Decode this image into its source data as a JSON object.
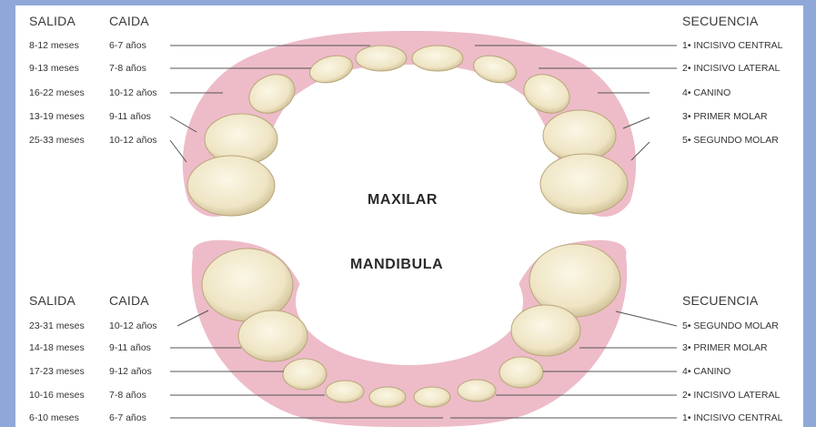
{
  "maxilar": {
    "title": "MAXILAR",
    "headers": {
      "salida": "SALIDA",
      "caida": "CAIDA",
      "secuencia": "SECUENCIA"
    },
    "left_rows": [
      {
        "salida": "8-12 meses",
        "caida": "6-7 años"
      },
      {
        "salida": "9-13 meses",
        "caida": "7-8 años"
      },
      {
        "salida": "16-22 meses",
        "caida": "10-12 años"
      },
      {
        "salida": "13-19 meses",
        "caida": "9-11 años"
      },
      {
        "salida": "25-33 meses",
        "caida": "10-12 años"
      }
    ],
    "right_rows": [
      "1• INCISIVO CENTRAL",
      "2• INCISIVO LATERAL",
      "4• CANINO",
      "3• PRIMER MOLAR",
      "5• SEGUNDO MOLAR"
    ]
  },
  "mandibula": {
    "title": "MANDIBULA",
    "headers": {
      "salida": "SALIDA",
      "caida": "CAIDA",
      "secuencia": "SECUENCIA"
    },
    "left_rows": [
      {
        "salida": "23-31 meses",
        "caida": "10-12 años"
      },
      {
        "salida": "14-18 meses",
        "caida": "9-11 años"
      },
      {
        "salida": "17-23 meses",
        "caida": "9-12 años"
      },
      {
        "salida": "10-16 meses",
        "caida": "7-8 años"
      },
      {
        "salida": "6-10 meses",
        "caida": "6-7 años"
      }
    ],
    "right_rows": [
      "5• SEGUNDO MOLAR",
      "3• PRIMER MOLAR",
      "4• CANINO",
      "2• INCISIVO LATERAL",
      "1• INCISIVO CENTRAL"
    ]
  },
  "colors": {
    "frame": "#8fa8d8",
    "gum": "#e8a6b6",
    "tooth": "#f3ecd2",
    "line": "#555555"
  }
}
